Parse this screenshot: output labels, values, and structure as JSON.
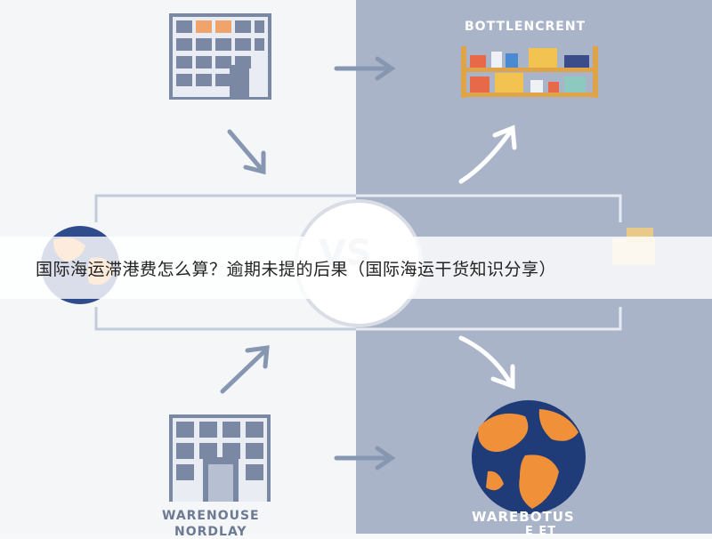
{
  "title": "国际海运滞港费怎么算？逾期未提的后果（国际海运干货知识分享）",
  "labels": {
    "top_right": "BOTTLENCRENT",
    "center": "VS",
    "bottom_left_line1": "WARENOUSE",
    "bottom_left_line2": "NORDLAY",
    "bottom_right_line1": "WAREBOTUS",
    "bottom_right_line2": "E ET"
  },
  "colors": {
    "left_bg": "#f5f6f8",
    "right_bg": "#a9b4c9",
    "building": "#7a88a3",
    "arrow": "#8797b2",
    "globe_ocean": "#1f3b78",
    "globe_land": "#f0913a",
    "shelf": "#e0a448"
  },
  "icons": [
    "building-icon",
    "shelf-icon",
    "globe-icon",
    "arrow-icon"
  ]
}
